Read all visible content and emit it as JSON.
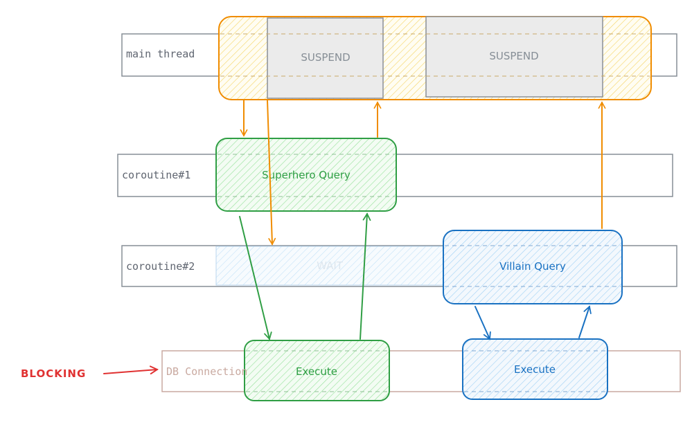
{
  "lanes": {
    "main": "main thread",
    "coroutine1": "coroutine#1",
    "coroutine2": "coroutine#2",
    "db": "DB Connection"
  },
  "blocks": {
    "suspend_1": "SUSPEND",
    "suspend_2": "SUSPEND",
    "superhero_query": "Superhero Query",
    "wait": "WAIT",
    "villain_query": "Villain Query",
    "execute_1": "Execute",
    "execute_2": "Execute"
  },
  "annotation": {
    "blocking": "BLOCKING"
  },
  "colors": {
    "orange": "#f08c00",
    "green": "#2f9e44",
    "blue": "#1971c2",
    "red": "#e03131",
    "gray": "#868e96",
    "db_lane": "#c9a9a0"
  }
}
